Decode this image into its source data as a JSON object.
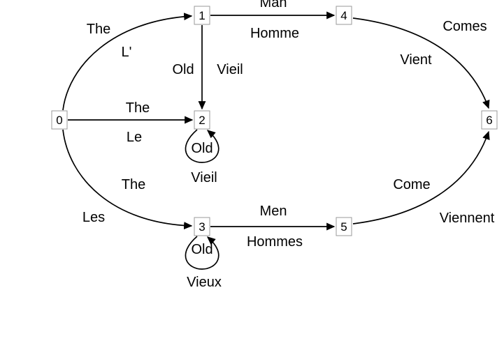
{
  "graph": {
    "type": "word-lattice-finite-state-diagram",
    "colors": {
      "background": "#ffffff",
      "edge_stroke": "#000000",
      "node_border": "#9a9a9a",
      "text": "#000000"
    },
    "nodes": [
      {
        "label": "0"
      },
      {
        "label": "1"
      },
      {
        "label": "2"
      },
      {
        "label": "3"
      },
      {
        "label": "4"
      },
      {
        "label": "5"
      },
      {
        "label": "6"
      }
    ],
    "edges": [
      {
        "from": "0",
        "to": "1",
        "en": "The",
        "fr": "L'"
      },
      {
        "from": "0",
        "to": "2",
        "en": "The",
        "fr": "Le"
      },
      {
        "from": "0",
        "to": "3",
        "en": "The",
        "fr": "Les"
      },
      {
        "from": "1",
        "to": "2",
        "en": "Old",
        "fr": "Vieil"
      },
      {
        "from": "1",
        "to": "4",
        "en": "Man",
        "fr": "Homme"
      },
      {
        "from": "2",
        "to": "2",
        "en": "Old",
        "fr": "Vieil"
      },
      {
        "from": "3",
        "to": "3",
        "en": "Old",
        "fr": "Vieux"
      },
      {
        "from": "3",
        "to": "5",
        "en": "Men",
        "fr": "Hommes"
      },
      {
        "from": "4",
        "to": "6",
        "en": "Comes",
        "fr": "Vient"
      },
      {
        "from": "5",
        "to": "6",
        "en": "Come",
        "fr": "Viennent"
      }
    ]
  }
}
